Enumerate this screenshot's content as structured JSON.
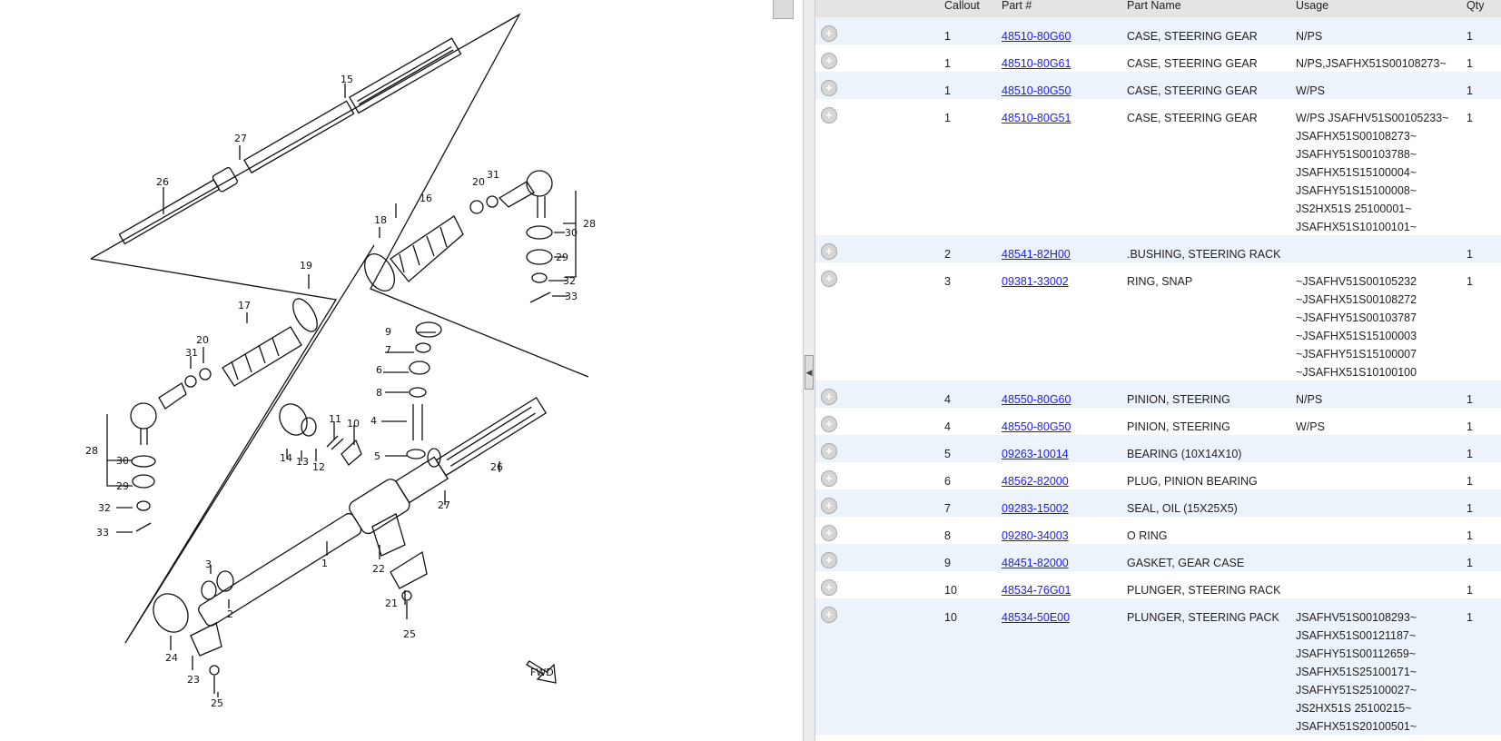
{
  "columns": {
    "callout": "Callout",
    "part": "Part #",
    "name": "Part Name",
    "usage": "Usage",
    "qty": "Qty"
  },
  "rows": [
    {
      "callout": "1",
      "part": "48510-80G60",
      "name": "CASE, STEERING GEAR",
      "usage": [
        "N/PS"
      ],
      "qty": "1"
    },
    {
      "callout": "1",
      "part": "48510-80G61",
      "name": "CASE, STEERING GEAR",
      "usage": [
        "N/PS,JSAFHX51S00108273~"
      ],
      "qty": "1"
    },
    {
      "callout": "1",
      "part": "48510-80G50",
      "name": "CASE, STEERING GEAR",
      "usage": [
        "W/PS"
      ],
      "qty": "1"
    },
    {
      "callout": "1",
      "part": "48510-80G51",
      "name": "CASE, STEERING GEAR",
      "usage": [
        "W/PS JSAFHV51S00105233~",
        "JSAFHX51S00108273~",
        "JSAFHY51S00103788~",
        "JSAFHX51S15100004~",
        "JSAFHY51S15100008~",
        "JS2HX51S 25100001~",
        "JSAFHX51S10100101~"
      ],
      "qty": "1"
    },
    {
      "callout": "2",
      "part": "48541-82H00",
      "name": ".BUSHING, STEERING RACK",
      "usage": [],
      "qty": "1"
    },
    {
      "callout": "3",
      "part": "09381-33002",
      "name": "RING, SNAP",
      "usage": [
        "~JSAFHV51S00105232",
        "~JSAFHX51S00108272",
        "~JSAFHY51S00103787",
        "~JSAFHX51S15100003",
        "~JSAFHY51S15100007",
        "~JSAFHX51S10100100"
      ],
      "qty": "1"
    },
    {
      "callout": "4",
      "part": "48550-80G60",
      "name": "PINION, STEERING",
      "usage": [
        "N/PS"
      ],
      "qty": "1"
    },
    {
      "callout": "4",
      "part": "48550-80G50",
      "name": "PINION, STEERING",
      "usage": [
        "W/PS"
      ],
      "qty": "1"
    },
    {
      "callout": "5",
      "part": "09263-10014",
      "name": "BEARING (10X14X10)",
      "usage": [],
      "qty": "1"
    },
    {
      "callout": "6",
      "part": "48562-82000",
      "name": "PLUG, PINION BEARING",
      "usage": [],
      "qty": "1"
    },
    {
      "callout": "7",
      "part": "09283-15002",
      "name": "SEAL, OIL (15X25X5)",
      "usage": [],
      "qty": "1"
    },
    {
      "callout": "8",
      "part": "09280-34003",
      "name": "O RING",
      "usage": [],
      "qty": "1"
    },
    {
      "callout": "9",
      "part": "48451-82000",
      "name": "GASKET, GEAR CASE",
      "usage": [],
      "qty": "1"
    },
    {
      "callout": "10",
      "part": "48534-76G01",
      "name": "PLUNGER, STEERING RACK",
      "usage": [],
      "qty": "1"
    },
    {
      "callout": "10",
      "part": "48534-50E00",
      "name": "PLUNGER, STEERING PACK",
      "usage": [
        "JSAFHV51S00108293~",
        "JSAFHX51S00121187~",
        "JSAFHY51S00112659~",
        "JSAFHX51S25100171~",
        "JSAFHY51S25100027~",
        "JS2HX51S 25100215~",
        "JSAFHX51S20100501~"
      ],
      "qty": "1"
    }
  ],
  "diagram": {
    "callouts": [
      "1",
      "2",
      "3",
      "4",
      "5",
      "6",
      "7",
      "8",
      "9",
      "10",
      "11",
      "12",
      "13",
      "14",
      "15",
      "16",
      "17",
      "18",
      "19",
      "20",
      "20",
      "21",
      "22",
      "23",
      "24",
      "25",
      "25",
      "26",
      "26",
      "27",
      "27",
      "28",
      "28",
      "29",
      "29",
      "30",
      "30",
      "31",
      "31",
      "32",
      "32",
      "33",
      "33"
    ],
    "fwd_label": "FWD"
  },
  "icons": {
    "add": "add-circle-icon",
    "collapse": "collapse-left-icon"
  }
}
